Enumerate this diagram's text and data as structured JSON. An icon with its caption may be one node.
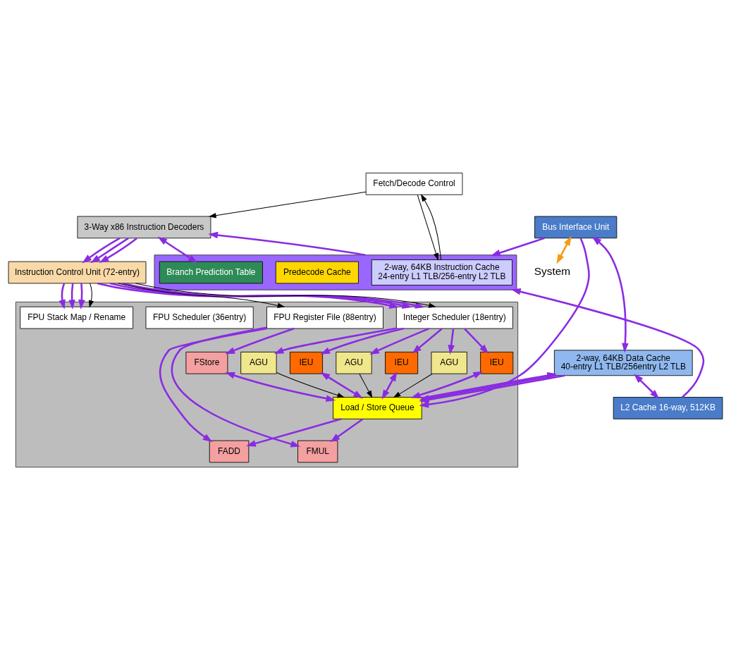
{
  "diagram": {
    "nodes": [
      {
        "text": [],
        "shape": "box"
      },
      {
        "text": [
          "2-way, 64KB Instruction Cache",
          "24-entry L1 TLB/256-entry L2 TLB"
        ],
        "in": 0
      },
      {
        "text": [
          "Predecode Cache"
        ],
        "in": 0
      },
      {
        "text": [
          "Branch Prediction Table"
        ],
        "in": 0
      },
      {
        "text": [
          "Fetch/Decode Control"
        ]
      },
      {
        "text": [
          "3-Way x86 Instruction Decoders"
        ]
      },
      {
        "text": [
          "Instruction Control Unit (72-entry)"
        ]
      },
      {
        "text": [],
        "shape": "box"
      },
      {
        "text": [
          "Integer Scheduler (18entry)"
        ],
        "in": 7
      },
      {
        "text": [
          "IEU"
        ],
        "in": 7
      },
      {
        "text": [
          "AGU"
        ],
        "in": 7
      },
      {
        "text": [
          "IEU"
        ],
        "in": 7
      },
      {
        "text": [
          "AGU"
        ],
        "in": 7
      },
      {
        "text": [
          "IEU"
        ],
        "in": 7
      },
      {
        "text": [
          "AGU"
        ],
        "in": 7
      },
      {
        "text": [
          "FPU Stack Map / Rename"
        ],
        "in": 7
      },
      {
        "text": [
          "FPU Scheduler (36entry)"
        ],
        "in": 7
      },
      {
        "text": [
          "FPU Register File (88entry)"
        ],
        "in": 7
      },
      {
        "text": [
          "FStore"
        ],
        "in": 7
      },
      {
        "text": [
          "FADD"
        ],
        "in": 7
      },
      {
        "text": [
          "FMUL"
        ],
        "in": 7
      },
      {
        "text": [
          "Load / Store Queue"
        ],
        "in": 7
      },
      {
        "text": [
          "2-way, 64KB Data Cache",
          "40-entry L1 TLB/256entry L2 TLB"
        ]
      },
      {
        "text": [
          "Bus Interface Unit"
        ]
      },
      {
        "text": [
          "L2 Cache 16-way, 512KB"
        ]
      },
      {
        "text": [
          "System"
        ]
      }
    ],
    "edges": [
      {
        "from": 23,
        "to": 0,
        "arrow": "to"
      },
      {
        "from": 24,
        "to": 0,
        "arrow": "to"
      },
      {
        "from": 4,
        "to": 1,
        "arrow": "to",
        "color": "#000000"
      },
      {
        "from": 1,
        "to": 4,
        "arrow": "to",
        "color": "#000000"
      },
      {
        "from": 4,
        "to": 5,
        "arrow": "to",
        "color": "#000000"
      },
      {
        "from": 0,
        "to": 5,
        "arrow": "to"
      },
      {
        "from": 5,
        "to": 3,
        "arrow": "both"
      },
      {
        "from": 5,
        "to": 6,
        "arrow": "to"
      },
      {
        "from": 5,
        "to": 6,
        "arrow": "to"
      },
      {
        "from": 5,
        "to": 6,
        "arrow": "to"
      },
      {
        "from": 6,
        "to": 8,
        "arrow": "to"
      },
      {
        "from": 6,
        "to": 8,
        "arrow": "to"
      },
      {
        "from": 6,
        "to": 8,
        "arrow": "to"
      },
      {
        "from": 6,
        "to": 15,
        "arrow": "to"
      },
      {
        "from": 6,
        "to": 15,
        "arrow": "to"
      },
      {
        "from": 6,
        "to": 15,
        "arrow": "to"
      },
      {
        "from": 6,
        "to": 8,
        "arrow": "to",
        "color": "#000000"
      },
      {
        "from": 6,
        "to": 15,
        "arrow": "to",
        "color": "#000000"
      },
      {
        "from": 6,
        "to": 17,
        "arrow": "to",
        "color": "#000000"
      },
      {
        "from": 8,
        "to": 9,
        "arrow": "to"
      },
      {
        "from": 8,
        "to": 10,
        "arrow": "to"
      },
      {
        "from": 8,
        "to": 11,
        "arrow": "to"
      },
      {
        "from": 8,
        "to": 12,
        "arrow": "to"
      },
      {
        "from": 8,
        "to": 13,
        "arrow": "to"
      },
      {
        "from": 8,
        "to": 14,
        "arrow": "to"
      },
      {
        "from": 9,
        "to": 21,
        "arrow": "both"
      },
      {
        "from": 10,
        "to": 21,
        "arrow": "to",
        "color": "#000000"
      },
      {
        "from": 11,
        "to": 21,
        "arrow": "both"
      },
      {
        "from": 12,
        "to": 21,
        "arrow": "to",
        "color": "#000000"
      },
      {
        "from": 13,
        "to": 21,
        "arrow": "both"
      },
      {
        "from": 14,
        "to": 21,
        "arrow": "to",
        "color": "#000000"
      },
      {
        "from": 17,
        "to": 18,
        "arrow": "to"
      },
      {
        "from": 17,
        "to": 19,
        "arrow": "to"
      },
      {
        "from": 17,
        "to": 20,
        "arrow": "to"
      },
      {
        "from": 18,
        "to": 21,
        "arrow": "both"
      },
      {
        "from": 21,
        "to": 19,
        "arrow": "to"
      },
      {
        "from": 21,
        "to": 20,
        "arrow": "to"
      },
      {
        "from": 21,
        "to": 22,
        "arrow": "to"
      },
      {
        "from": 22,
        "to": 21,
        "arrow": "to"
      },
      {
        "from": 22,
        "to": 21,
        "arrow": "to"
      },
      {
        "from": 23,
        "to": 21,
        "arrow": "to"
      },
      {
        "from": 23,
        "to": 22,
        "arrow": "both"
      },
      {
        "from": 22,
        "to": 24,
        "arrow": "both"
      },
      {
        "from": 23,
        "to": 25,
        "arrow": "both",
        "color": "#f39c12"
      }
    ]
  }
}
